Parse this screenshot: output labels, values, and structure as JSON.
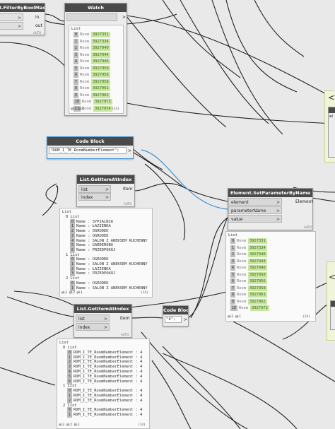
{
  "nodes": {
    "filter": {
      "title": "t.FilterByBoolMask",
      "in_label": "in",
      "out_label": "out",
      "auto": "AUTO"
    },
    "watch": {
      "title": "Watch",
      "input_label": ">",
      "output_label": ">",
      "list_label": "List",
      "rows": [
        {
          "i": "0",
          "v": "3927331"
        },
        {
          "i": "1",
          "v": "3927334"
        },
        {
          "i": "2",
          "v": "3927940"
        },
        {
          "i": "3",
          "v": "3927944"
        },
        {
          "i": "4",
          "v": "3927946"
        },
        {
          "i": "5",
          "v": "3927950"
        },
        {
          "i": "6",
          "v": "3927956"
        },
        {
          "i": "7",
          "v": "3927958"
        },
        {
          "i": "8",
          "v": "3927961"
        },
        {
          "i": "9",
          "v": "3927962"
        },
        {
          "i": "10",
          "v": "3927973"
        },
        {
          "i": "11",
          "v": "3927974"
        }
      ],
      "row_prefix": "Room",
      "foot_left": "@L2 @L1",
      "foot_right": "{14}"
    },
    "codeblock1": {
      "title": "Code Block",
      "code": "\"ROM_I_TE_RoomNumberElement\";"
    },
    "getitem1": {
      "title": "List.GetItemAtIndex",
      "list_label": "list",
      "index_label": "index",
      "item_label": "item",
      "auto": "AUTO"
    },
    "setparam": {
      "title": "Element.SetParameterByName",
      "element_label": "element",
      "parametername_label": "parameterName",
      "value_label": "value",
      "output_label": "Element",
      "auto": "AUTO"
    },
    "watch2": {
      "list_label": "List",
      "rows": [
        {
          "i": "0",
          "v": "3927331"
        },
        {
          "i": "1",
          "v": "3927334"
        },
        {
          "i": "2",
          "v": "3927940"
        },
        {
          "i": "3",
          "v": "3927944"
        },
        {
          "i": "4",
          "v": "3927946"
        },
        {
          "i": "5",
          "v": "3927950"
        },
        {
          "i": "6",
          "v": "3927956"
        },
        {
          "i": "7",
          "v": "3927958"
        },
        {
          "i": "8",
          "v": "3927961"
        },
        {
          "i": "9",
          "v": "3927962"
        },
        {
          "i": "10",
          "v": "3927973"
        }
      ],
      "row_prefix": "Room",
      "foot_left": "@L2 @L1",
      "foot_right": "{14}"
    },
    "preview1": {
      "list_label": "List",
      "groups": [
        {
          "label": "0 List",
          "items": [
            {
              "i": "0",
              "t": "Name : SYPIALNIA"
            },
            {
              "i": "1",
              "t": "Name : ŁAZIENKA"
            },
            {
              "i": "2",
              "t": "Name : OGRODEK"
            },
            {
              "i": "3",
              "t": "Name : OGRODEK"
            },
            {
              "i": "4",
              "t": "Name : SALON Z ANEKSEM KUCHENNY"
            },
            {
              "i": "5",
              "t": "Name : GARDEROBA"
            },
            {
              "i": "6",
              "t": "Name : PRZEDPOKÓJ"
            }
          ]
        },
        {
          "label": "1 List",
          "items": [
            {
              "i": "0",
              "t": "Name : OGRODEK"
            },
            {
              "i": "1",
              "t": "Name : SALON Z ANEKSEM KUCHENNY"
            },
            {
              "i": "2",
              "t": "Name : ŁAZIENKA"
            },
            {
              "i": "3",
              "t": "Name : PRZEDPOKÓJ"
            }
          ]
        },
        {
          "label": "2 List",
          "items": [
            {
              "i": "0",
              "t": "Name : OGRODEK"
            },
            {
              "i": "1",
              "t": "Name : SALON Z ANEKSEM KUCHENNY"
            }
          ]
        }
      ],
      "foot_left": "@L3 @L2 @L1",
      "foot_right": "{14}"
    },
    "getitem2": {
      "title": "List.GetItemAtIndex",
      "list_label": "list",
      "index_label": "index",
      "item_label": "item",
      "auto": "AUTO"
    },
    "codeblock2": {
      "title": "Code Block",
      "code": "\"4\";",
      "output_label": ">"
    },
    "preview2": {
      "list_label": "List",
      "groups": [
        {
          "label": "0 List",
          "items": [
            {
              "i": "0",
              "t": "ROM_I_TE_RoomNumberElement : 4"
            },
            {
              "i": "1",
              "t": "ROM_I_TE_RoomNumberElement : 4"
            },
            {
              "i": "2",
              "t": "ROM_I_TE_RoomNumberElement : 4"
            },
            {
              "i": "3",
              "t": "ROM_I_TE_RoomNumberElement : 4"
            },
            {
              "i": "4",
              "t": "ROM_I_TE_RoomNumberElement : 4"
            },
            {
              "i": "5",
              "t": "ROM_I_TE_RoomNumberElement : 4"
            },
            {
              "i": "6",
              "t": "ROM_I_TE_RoomNumberElement : 4"
            }
          ]
        },
        {
          "label": "1 List",
          "items": [
            {
              "i": "0",
              "t": "ROM_I_TE_RoomNumberElement : 4"
            },
            {
              "i": "1",
              "t": "ROM_I_TE_RoomNumberElement : 4"
            },
            {
              "i": "2",
              "t": "ROM_I_TE_RoomNumberElement : 4"
            }
          ]
        },
        {
          "label": "2 List",
          "items": [
            {
              "i": "0",
              "t": "ROM_I_TE_RoomNumberElement : 4"
            },
            {
              "i": "1",
              "t": "ROM_I_TE_RoomNumberElement : 4"
            }
          ]
        }
      ],
      "foot_left": "@L3 @L2 @L1",
      "foot_right": "{14}"
    }
  },
  "colors": {
    "wire": "#222222",
    "wire_selected": "#3b8fd6",
    "header": "#4a4a4a",
    "value_bg": "#c8e6a0"
  },
  "right_edge": {
    "chevron_top": "<",
    "label_el": "el",
    "chevron_bottom": "<"
  }
}
